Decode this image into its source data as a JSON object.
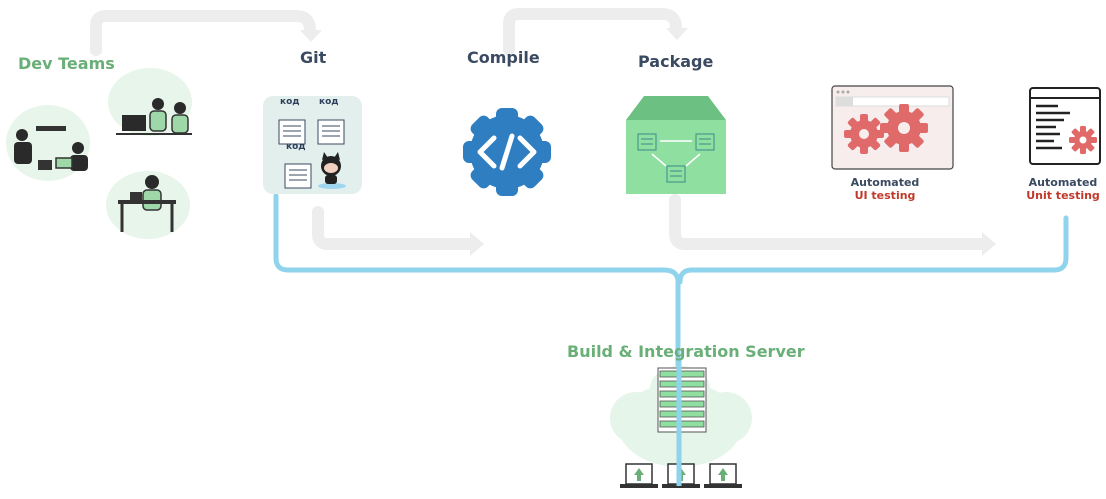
{
  "labels": {
    "dev_teams": "Dev Teams",
    "git": "Git",
    "compile": "Compile",
    "package": "Package",
    "server": "Build & Integration Server"
  },
  "git_box": {
    "code_tags": [
      "код",
      "код",
      "код"
    ]
  },
  "ui_testing": {
    "line1": "Automated",
    "line2": "UI testing"
  },
  "unit_testing": {
    "line1": "Automated",
    "line2": "Unit testing"
  },
  "colors": {
    "green": "#6aaf78",
    "navy": "#3a4a60",
    "red": "#c0392b",
    "pipe_blue": "#8fd3ec",
    "arrow_gray": "#ededed",
    "compile_blue": "#2f7ec2",
    "package_green": "#8fe0a0",
    "gear_red": "#e06a6a"
  },
  "icons": [
    "dev-team-illustration",
    "github-octocat-icon",
    "code-gear-icon",
    "package-box-icon",
    "ui-gears-window-icon",
    "unit-test-doc-icon",
    "server-rack-icon",
    "laptop-icon"
  ]
}
